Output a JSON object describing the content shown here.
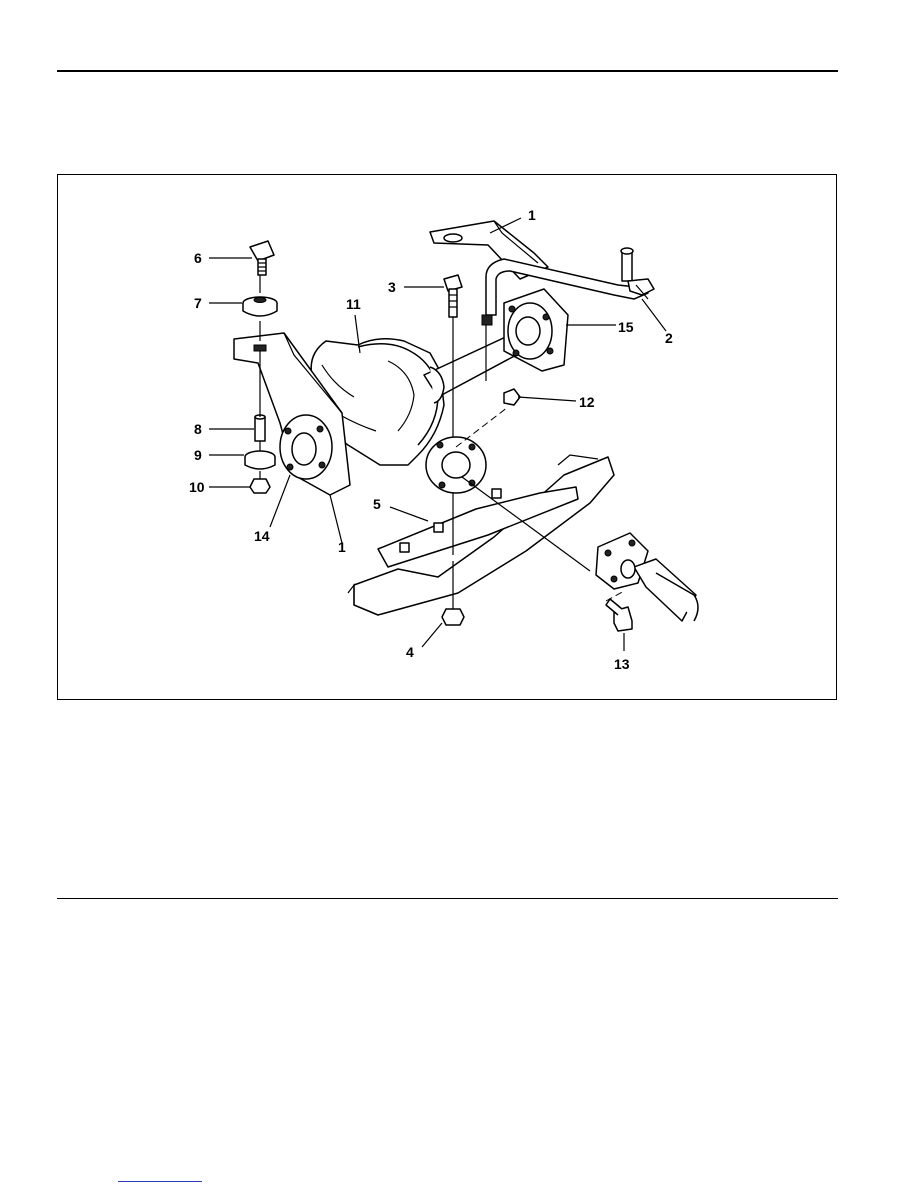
{
  "figure": {
    "callouts": {
      "c1_top": "1",
      "c1_bottom": "1",
      "c2": "2",
      "c3": "3",
      "c4": "4",
      "c5": "5",
      "c6": "6",
      "c7": "7",
      "c8": "8",
      "c9": "9",
      "c10": "10",
      "c11": "11",
      "c12": "12",
      "c13": "13",
      "c14": "14",
      "c15": "15"
    }
  },
  "colors": {
    "line": "#000000",
    "shade": "#6a6a6a",
    "link": "#2a3cb8"
  }
}
